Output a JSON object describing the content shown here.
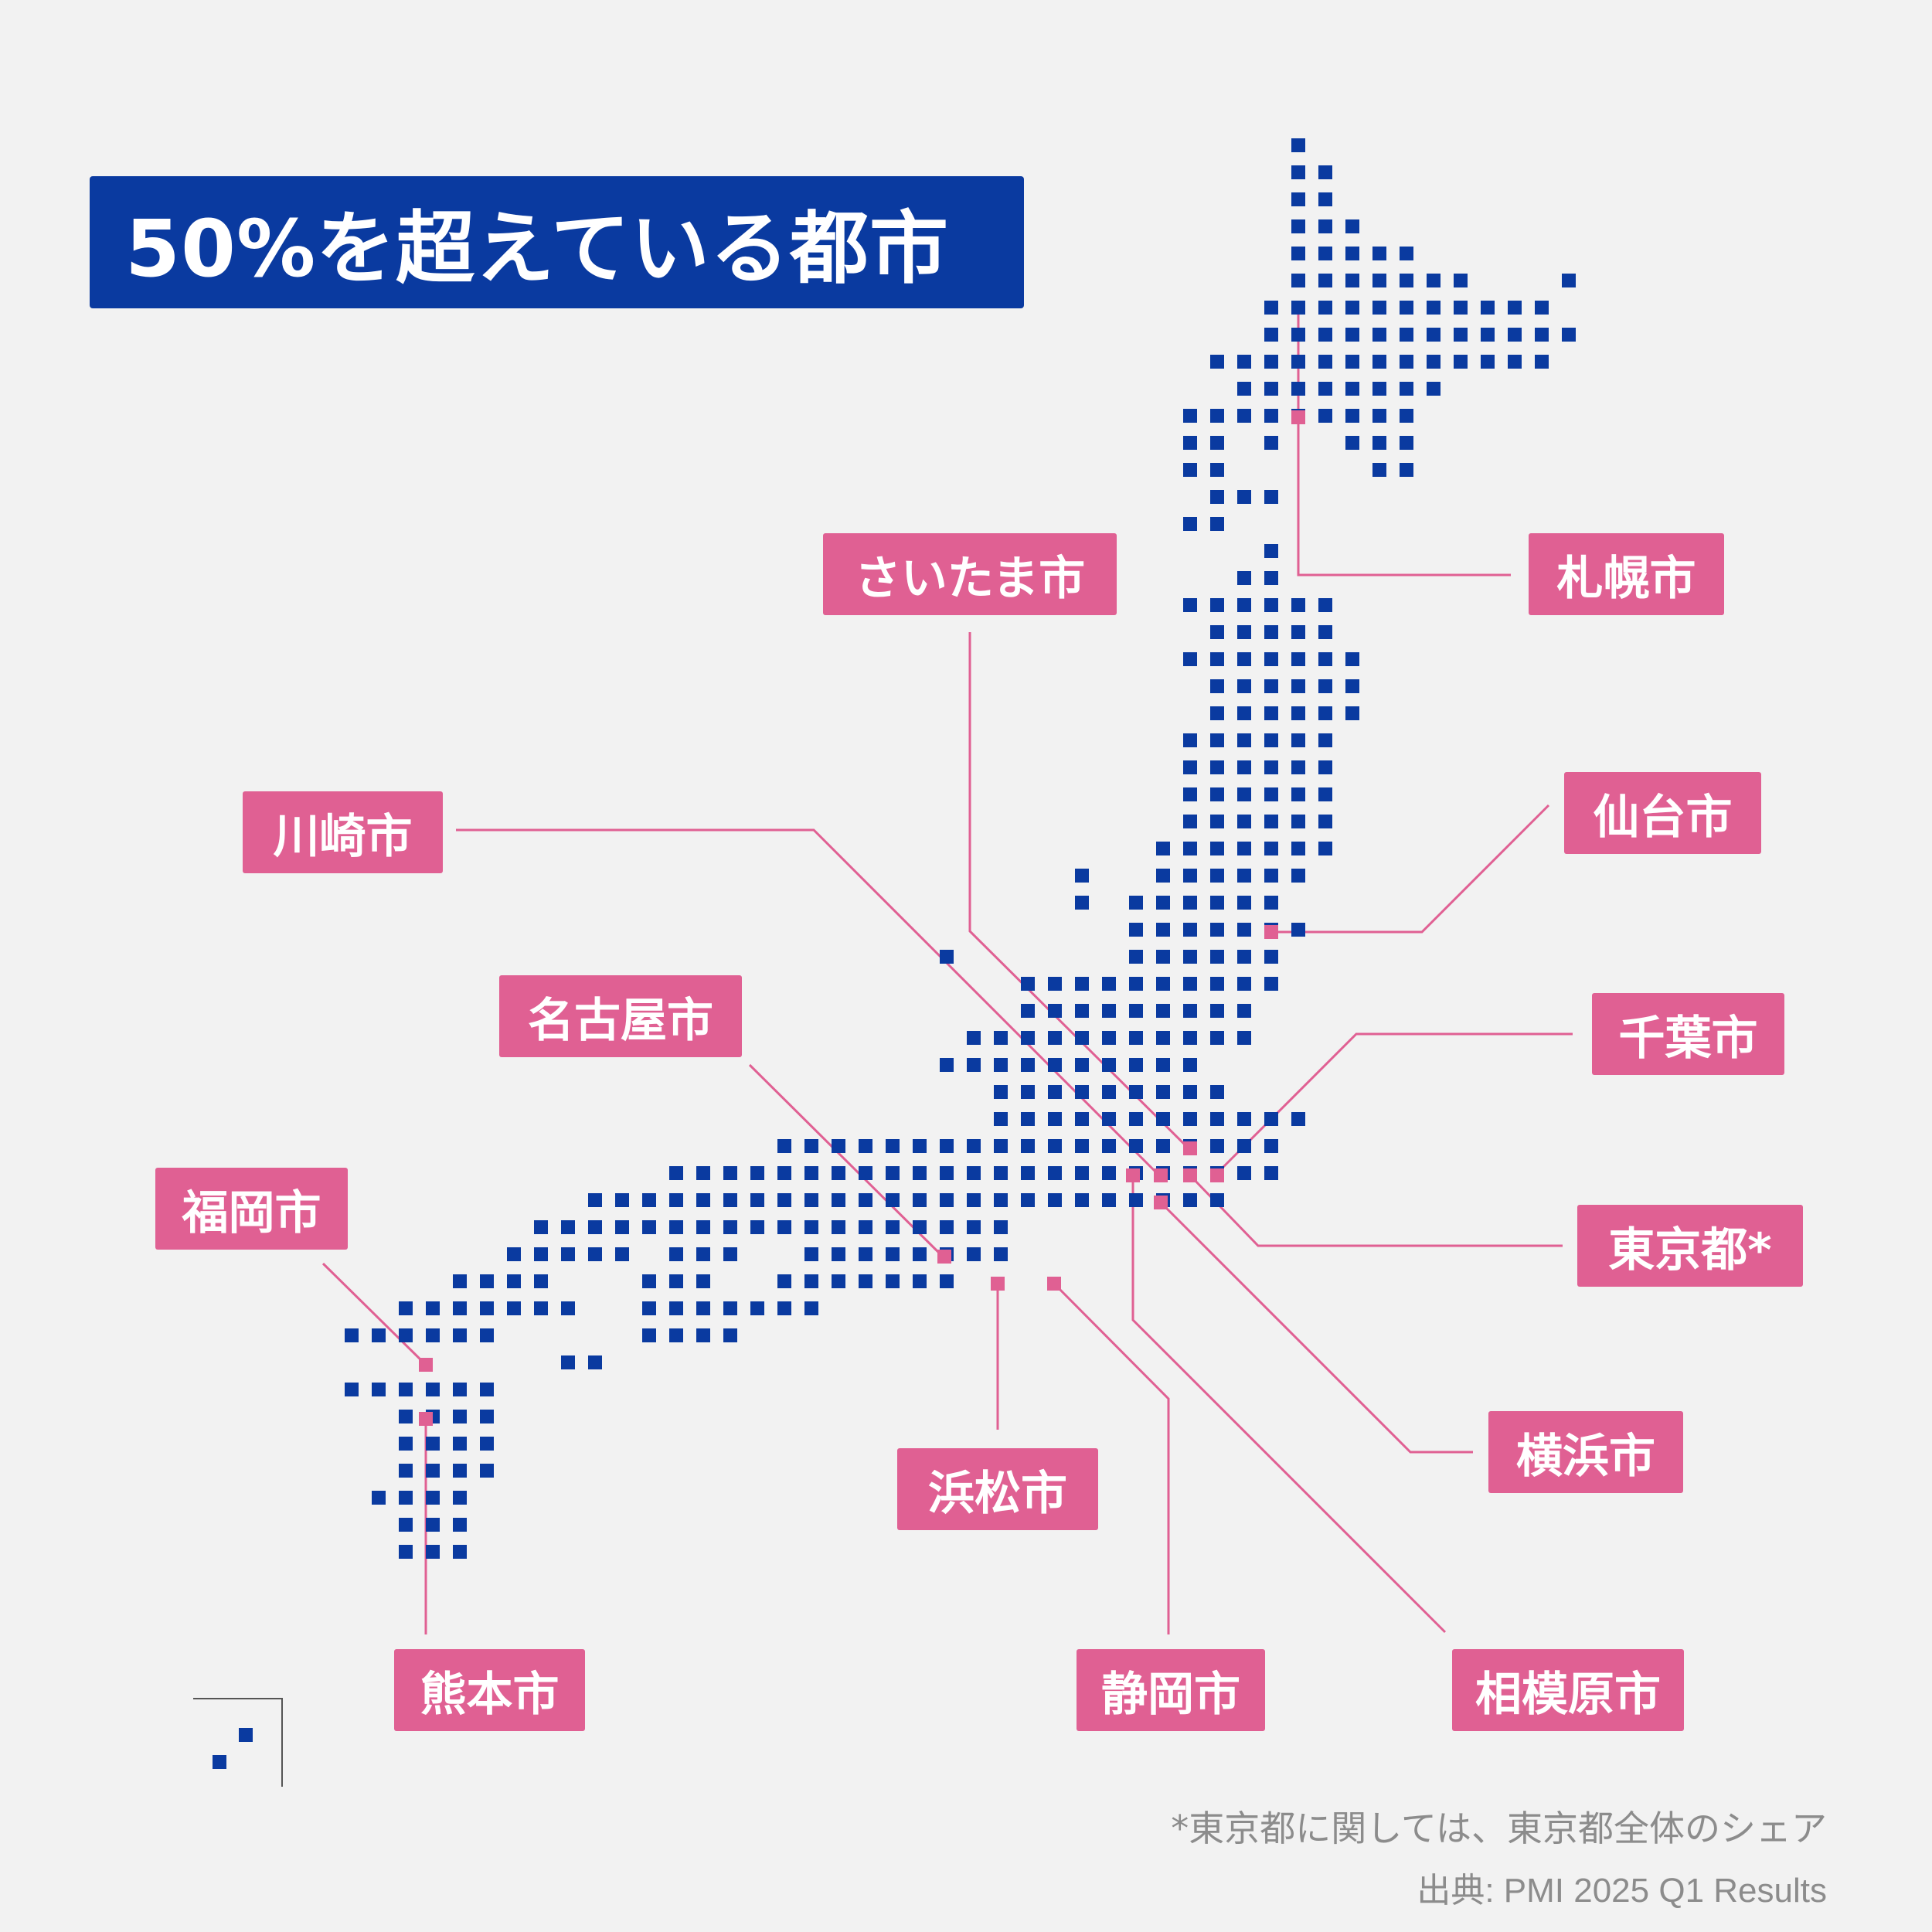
{
  "title": "50%を超えている都市",
  "colors": {
    "background": "#f2f2f2",
    "map_dot": "#0a3aa0",
    "highlight": "#e06093",
    "title_box": "#0a3aa0",
    "footnote_text": "#8c8c8c",
    "inset_line": "#555555"
  },
  "cities": {
    "sapporo": "札幌市",
    "saitama": "さいたま市",
    "sendai": "仙台市",
    "kawasaki": "川崎市",
    "chiba": "千葉市",
    "nagoya": "名古屋市",
    "tokyo": "東京都*",
    "fukuoka": "福岡市",
    "yokohama": "横浜市",
    "hamamatsu": "浜松市",
    "kumamoto": "熊本市",
    "shizuoka": "静岡市",
    "sagamihara": "相模原市"
  },
  "footnote": "*東京都に関しては、東京都全体のシェア",
  "source": "出典: PMI 2025 Q1 Results"
}
